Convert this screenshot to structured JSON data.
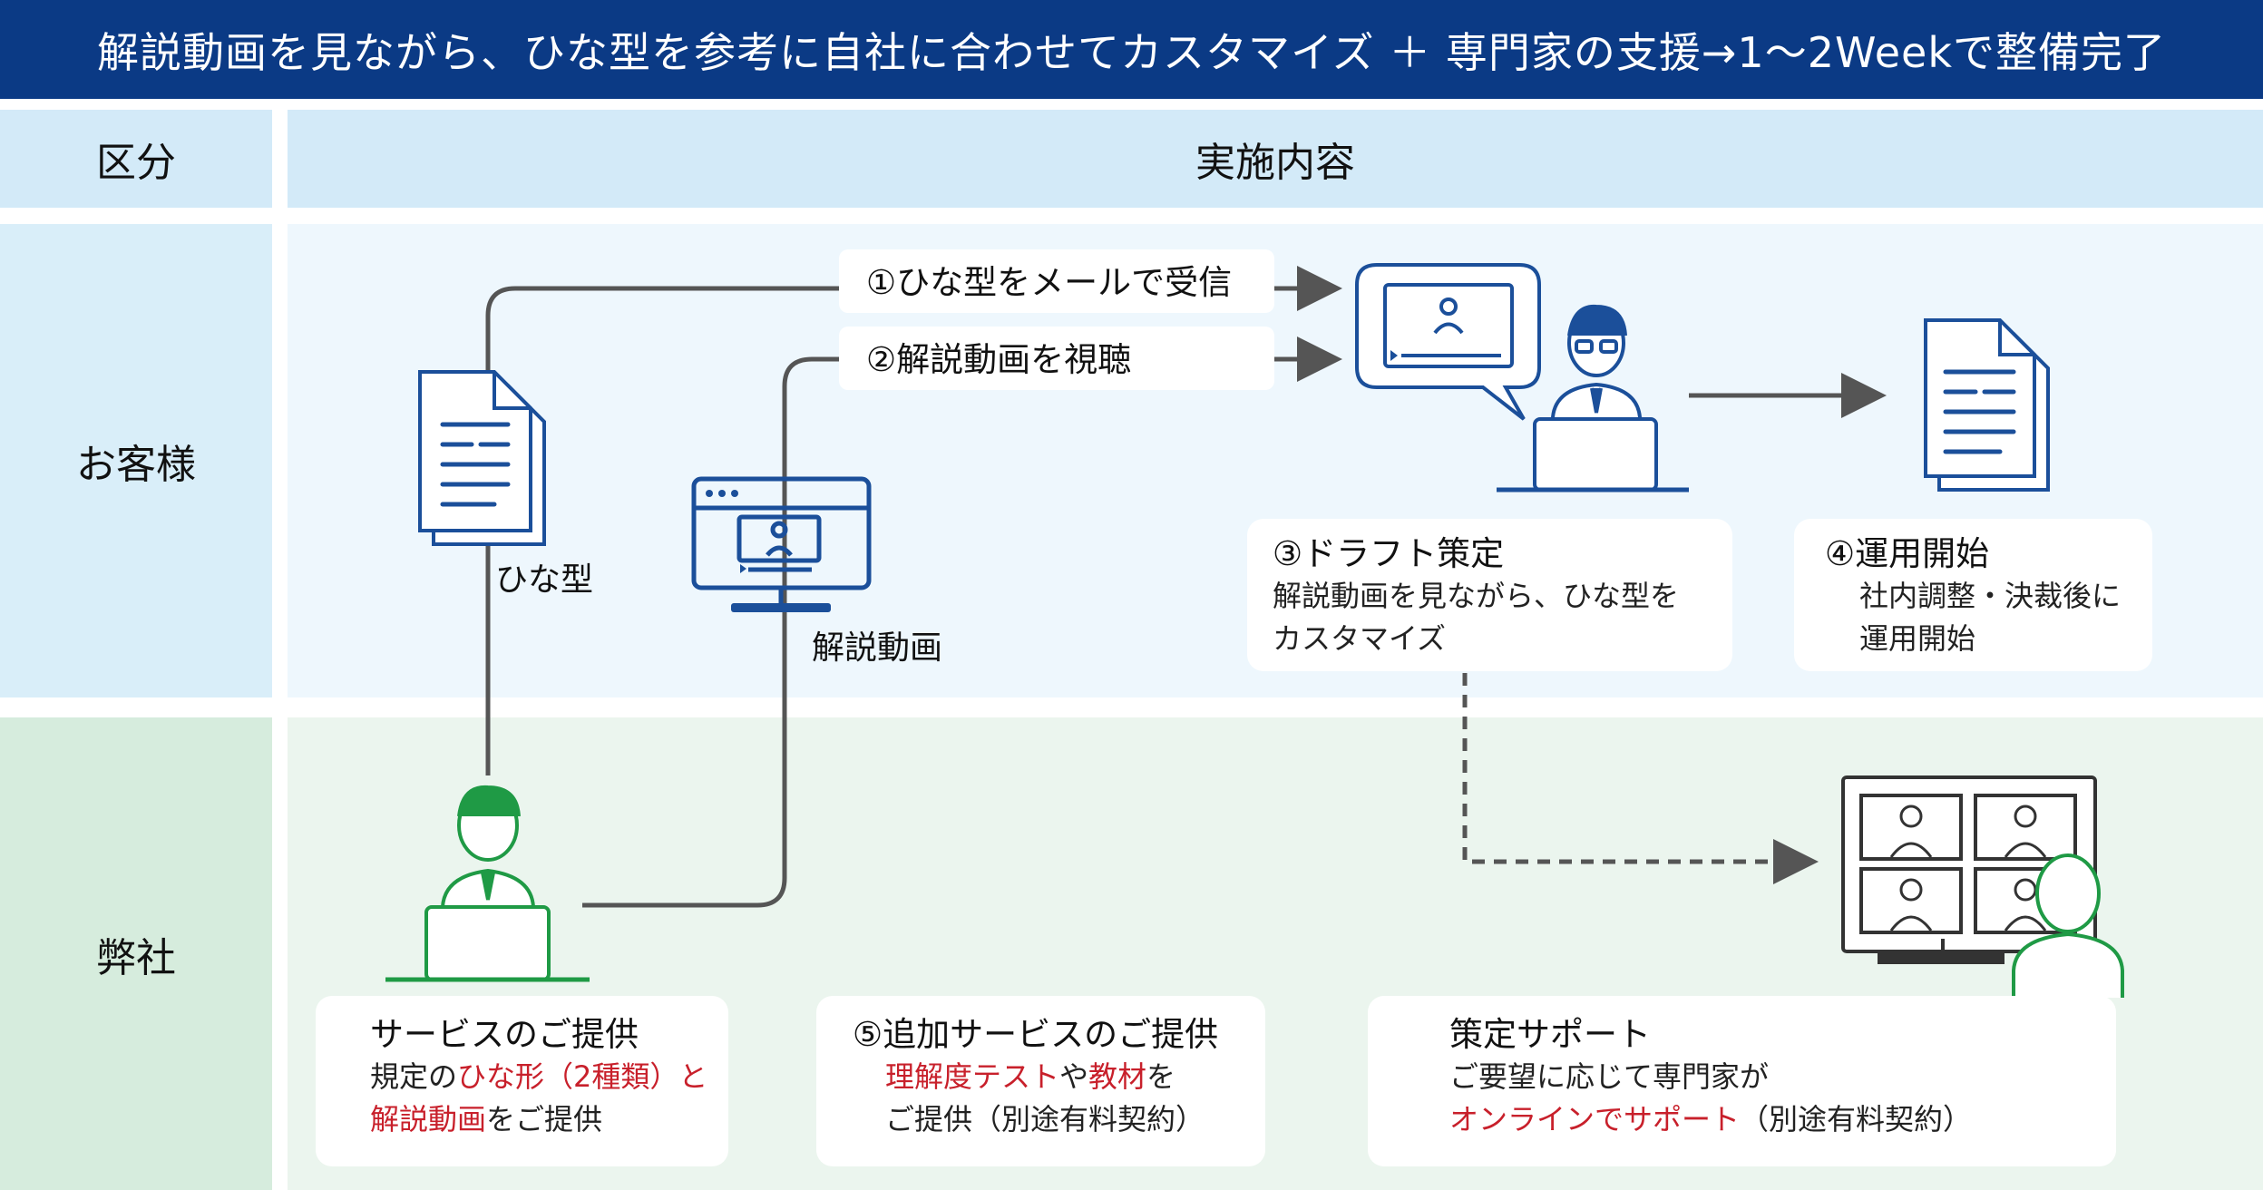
{
  "banner": {
    "title": "解説動画を見ながら、ひな型を参考に自社に合わせてカスタマイズ ＋ 専門家の支援→1～2Weekで整備完了"
  },
  "table": {
    "col_category": "区分",
    "col_content": "実施内容",
    "row_customer": "お客様",
    "row_company": "弊社"
  },
  "steps": {
    "step1": {
      "num": "①",
      "highlight": "ひな型",
      "rest": "をメールで受信"
    },
    "step2": {
      "num": "②",
      "highlight": "解説動画を視聴"
    },
    "step3": {
      "title": "③ドラフト策定",
      "line1": "解説動画を見ながら、ひな型を",
      "line2": "カスタマイズ"
    },
    "step4": {
      "title": "④運用開始",
      "line1": "社内調整・決裁後に",
      "line2": "運用開始"
    },
    "service": {
      "title": "サービスのご提供",
      "l1a": "規定の",
      "l1b": "ひな形（2種類）と",
      "l2a": "解説動画",
      "l2b": "をご提供"
    },
    "step5": {
      "title": "⑤追加サービスのご提供",
      "l1a": "理解度テスト",
      "l1b": "や",
      "l1c": "教材",
      "l1d": "を",
      "l2": "ご提供（別途有料契約）"
    },
    "support": {
      "title": "策定サポート",
      "l1": "ご要望に応じて専門家が",
      "l2a": "オンラインでサポート",
      "l2b": "（別途有料契約）"
    }
  },
  "labels": {
    "template": "ひな型",
    "video": "解説動画"
  },
  "colors": {
    "navy": "#0b3a85",
    "red": "#c8202b",
    "green": "#1f9a45",
    "gray_line": "#555555"
  }
}
